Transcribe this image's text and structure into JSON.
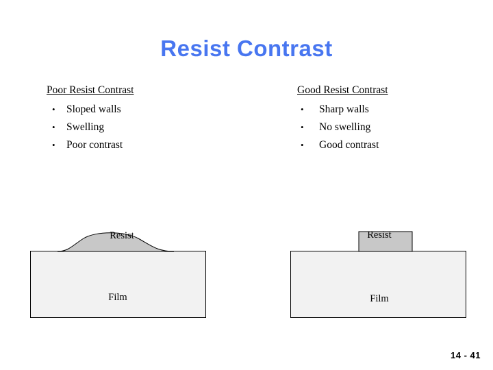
{
  "slide": {
    "title": "Resist Contrast",
    "page_number": "14 - 41",
    "title_color": "#4876f0"
  },
  "columns": [
    {
      "heading": "Poor Resist Contrast",
      "bullets": [
        {
          "mark": "•",
          "text": "Sloped walls"
        },
        {
          "mark": "•",
          "text": "Swelling"
        },
        {
          "mark": "•",
          "text": "Poor contrast"
        }
      ],
      "diagram": {
        "resist_label": "Resist",
        "film_label": "Film",
        "resist_fill": "#c8c8c8",
        "film_fill": "#f2f2f2",
        "outline": "#000000"
      }
    },
    {
      "heading": "Good Resist Contrast",
      "bullets": [
        {
          "mark": "•",
          "text": "Sharp walls"
        },
        {
          "mark": "•",
          "text": "No swelling"
        },
        {
          "mark": "•",
          "text": "Good contrast"
        }
      ],
      "diagram": {
        "resist_label": "Resist",
        "film_label": "Film",
        "resist_fill": "#c8c8c8",
        "film_fill": "#f2f2f2",
        "outline": "#000000"
      }
    }
  ]
}
